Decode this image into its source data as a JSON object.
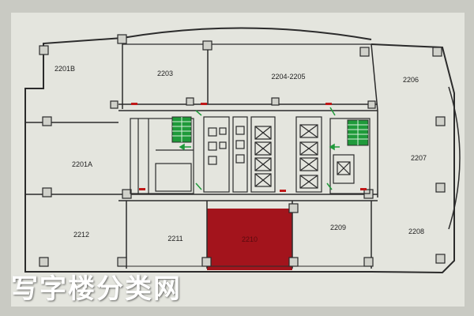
{
  "floor_plan": {
    "rooms": [
      {
        "id": "2201b",
        "label": "2201B"
      },
      {
        "id": "2203",
        "label": "2203"
      },
      {
        "id": "2204-2205",
        "label": "2204-2205"
      },
      {
        "id": "2206",
        "label": "2206"
      },
      {
        "id": "2201a",
        "label": "2201A"
      },
      {
        "id": "2207",
        "label": "2207"
      },
      {
        "id": "2212",
        "label": "2212"
      },
      {
        "id": "2211",
        "label": "2211"
      },
      {
        "id": "2210",
        "label": "2210",
        "highlighted": true
      },
      {
        "id": "2209",
        "label": "2209"
      },
      {
        "id": "2208",
        "label": "2208"
      }
    ],
    "colors": {
      "background": "#c9cac3",
      "paper": "#e4e5de",
      "wall": "#2b2b2b",
      "highlight_room": "#a3141c",
      "stair_green": "#1f9a3a",
      "exit_sign_red": "#c01818"
    }
  },
  "watermark": {
    "text": "写字楼分类网",
    "color": "#ffffff"
  }
}
